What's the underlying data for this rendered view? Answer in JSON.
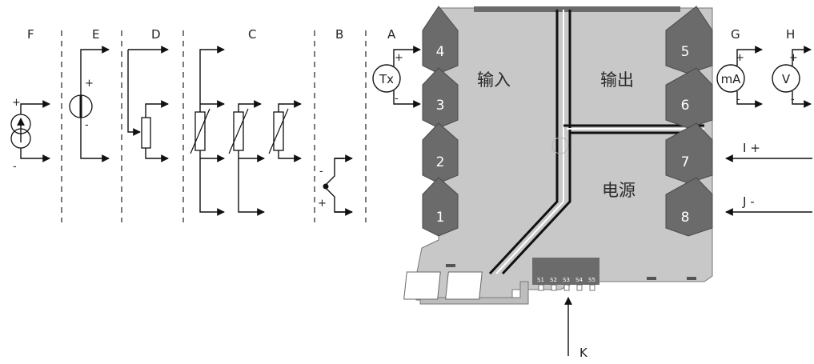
{
  "sections": {
    "F": "F",
    "E": "E",
    "D": "D",
    "C": "C",
    "B": "B",
    "A": "A",
    "G": "G",
    "H": "H",
    "I": "I",
    "J": "J",
    "K": "K"
  },
  "terminals": [
    "1",
    "2",
    "3",
    "4",
    "5",
    "6",
    "7",
    "8"
  ],
  "zones": {
    "input": "输入",
    "output": "输出",
    "power": "电源"
  },
  "devices": {
    "transmitter": "Tx",
    "ammeter": "mA",
    "voltmeter": "V"
  },
  "polarity": {
    "plus": "+",
    "minus": "-"
  },
  "power_labels": {
    "positive": "I +",
    "negative": "J -"
  },
  "dip_switches": [
    "S1",
    "S2",
    "S3",
    "S4",
    "S5"
  ],
  "colors": {
    "housing": "#c8c8c8",
    "terminal": "#6b6b6b",
    "stripe": "#111111",
    "line": "#111111"
  }
}
